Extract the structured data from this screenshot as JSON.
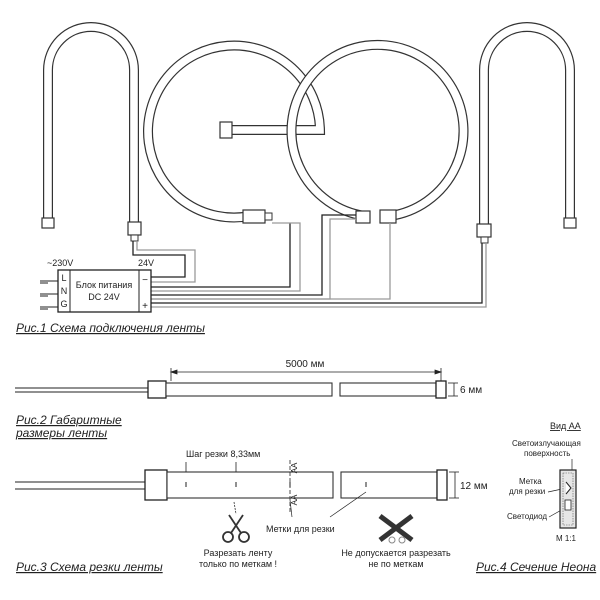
{
  "psu": {
    "ac_label": "~230V",
    "dc_label": "24V",
    "terminal_l": "L",
    "terminal_n": "N",
    "terminal_g": "G",
    "terminal_minus": "−",
    "terminal_plus": "+",
    "title_line1": "Блок питания",
    "title_line2": "DC 24V"
  },
  "fig1": {
    "caption": "Рис.1 Схема подключения ленты"
  },
  "fig2": {
    "caption_line1": "Рис.2 Габаритные",
    "caption_line2": "размеры ленты",
    "length_label": "5000 мм",
    "height_label": "6 мм"
  },
  "fig3": {
    "caption": "Рис.3 Схема резки ленты",
    "pitch_label": "Шаг резки 8,33мм",
    "height_label": "12 мм",
    "marks_label": "Метки для резки",
    "section_mark_top": "AA",
    "section_mark_bottom": "AA",
    "ok_line1": "Разрезать ленту",
    "ok_line2": "только по меткам !",
    "bad_line1": "Не допускается разрезать",
    "bad_line2": "не по меткам"
  },
  "fig4": {
    "caption": "Рис.4 Сечение Неона",
    "view_label": "Вид АА",
    "surface_line1": "Светоизлучающая",
    "surface_line2": "поверхность",
    "mark_line1": "Метка",
    "mark_line2": "для резки",
    "led_label": "Светодиод",
    "scale_label": "М 1:1"
  },
  "colors": {
    "line": "#222222",
    "wire_gray": "#9a9a9a",
    "tube_outline": "#333333",
    "tube_fill": "#ffffff"
  }
}
